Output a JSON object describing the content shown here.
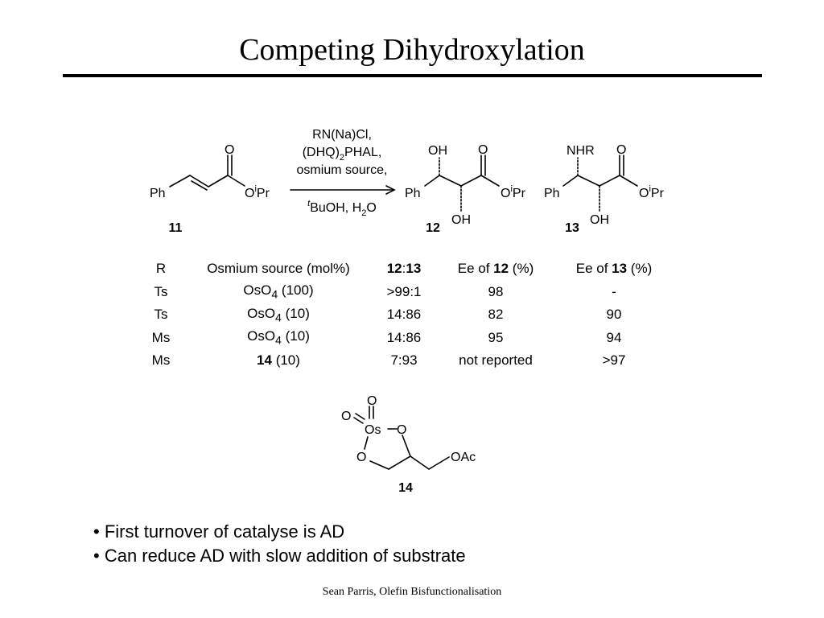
{
  "title": "Competing Dihydroxylation",
  "scheme": {
    "reagents": [
      "RN(Na)Cl,",
      "(DHQ)",
      "PHAL,",
      "osmium source,",
      "BuOH, H",
      "O"
    ],
    "reagent_marks": {
      "sub2": "2",
      "t": "t"
    },
    "atoms": {
      "ph": "Ph",
      "o": "O",
      "oipr": "O",
      "ipr_i": "i",
      "ipr_pr": "Pr",
      "oh": "OH",
      "nhr": "NHR",
      "os": "Os",
      "oac": "OAc"
    },
    "compounds": [
      "11",
      "12",
      "13",
      "14"
    ]
  },
  "table": {
    "headers": [
      "R",
      "Osmium source (mol%)",
      "12",
      ":",
      "13",
      "Ee of ",
      "12",
      " (%)",
      "Ee of ",
      "13",
      " (%)"
    ],
    "rows": [
      [
        "Ts",
        "OsO",
        "4",
        " (100)",
        ">99:1",
        "98",
        "-"
      ],
      [
        "Ts",
        "OsO",
        "4",
        " (10)",
        "14:86",
        "82",
        "90"
      ],
      [
        "Ms",
        "OsO",
        "4",
        " (10)",
        "14:86",
        "95",
        "94"
      ],
      [
        "Ms",
        "14",
        "",
        " (10)",
        "7:93",
        "not reported",
        ">97"
      ]
    ]
  },
  "bullets": [
    "First turnover of catalyse is AD",
    "Can reduce AD with slow addition of substrate"
  ],
  "footer": "Sean Parris, Olefin Bisfunctionalisation"
}
